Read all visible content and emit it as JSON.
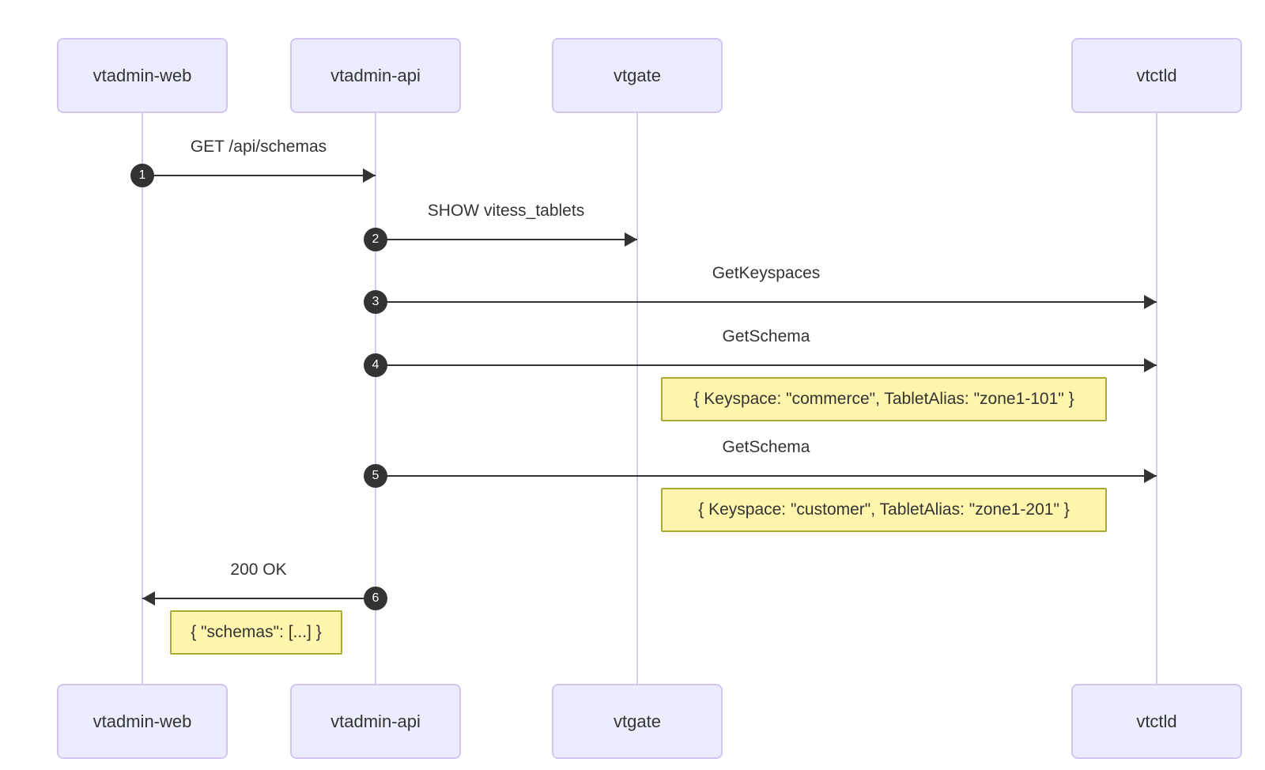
{
  "diagram": {
    "type": "sequence-diagram",
    "actors": {
      "web": "vtadmin-web",
      "api": "vtadmin-api",
      "gate": "vtgate",
      "ctld": "vtctld"
    },
    "messages": {
      "m1": {
        "seq": "1",
        "from": "vtadmin-web",
        "to": "vtadmin-api",
        "label": "GET /api/schemas"
      },
      "m2": {
        "seq": "2",
        "from": "vtadmin-api",
        "to": "vtgate",
        "label": "SHOW vitess_tablets"
      },
      "m3": {
        "seq": "3",
        "from": "vtadmin-api",
        "to": "vtctld",
        "label": "GetKeyspaces"
      },
      "m4": {
        "seq": "4",
        "from": "vtadmin-api",
        "to": "vtctld",
        "label": "GetSchema"
      },
      "m5": {
        "seq": "5",
        "from": "vtadmin-api",
        "to": "vtctld",
        "label": "GetSchema"
      },
      "m6": {
        "seq": "6",
        "from": "vtadmin-api",
        "to": "vtadmin-web",
        "label": "200 OK"
      }
    },
    "notes": {
      "commerce": "{ Keyspace: \"commerce\", TabletAlias: \"zone1-101\" }",
      "customer": "{ Keyspace: \"customer\", TabletAlias: \"zone1-201\" }",
      "schemas": "{ \"schemas\": [...] }"
    },
    "colors": {
      "background": "#ffffff",
      "actor_fill": "#ECECFF",
      "actor_border": "#d2c6ef",
      "lifeline": "#d7c9f1",
      "arrow": "#333333",
      "text": "#333333",
      "note_fill": "#fff5ad",
      "note_border": "#aaaa33",
      "seq_badge_fill": "#333333",
      "seq_badge_text": "#ffffff"
    }
  }
}
